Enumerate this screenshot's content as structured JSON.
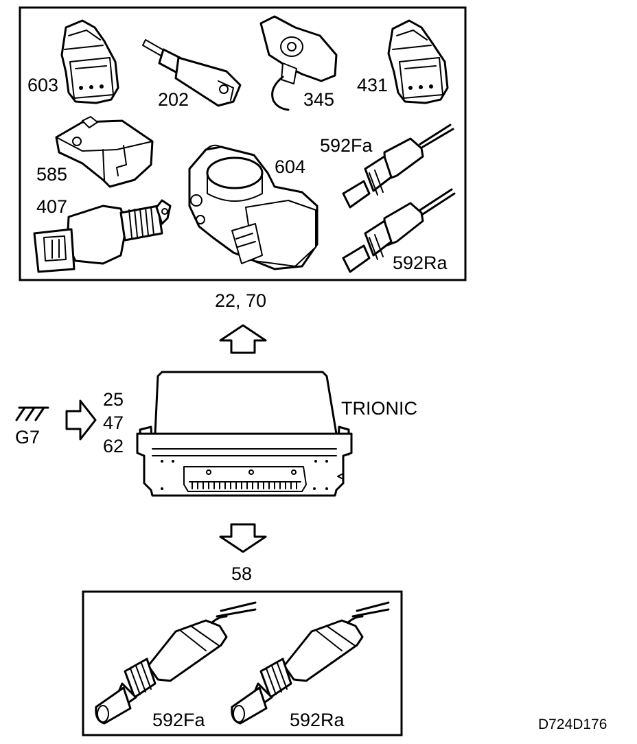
{
  "components_top": {
    "c603": "603",
    "c202": "202",
    "c345": "345",
    "c431": "431",
    "c585": "585",
    "c604": "604",
    "c592fa": "592Fa",
    "c407": "407",
    "c592ra": "592Ra"
  },
  "arrow_up_label": "22, 70",
  "ecu": {
    "name": "TRIONIC",
    "ground_label": "G7",
    "inputs": [
      "25",
      "47",
      "62"
    ]
  },
  "arrow_down_label": "58",
  "components_bottom": {
    "c592fa": "592Fa",
    "c592ra": "592Ra"
  },
  "figure_code": "D724D176"
}
